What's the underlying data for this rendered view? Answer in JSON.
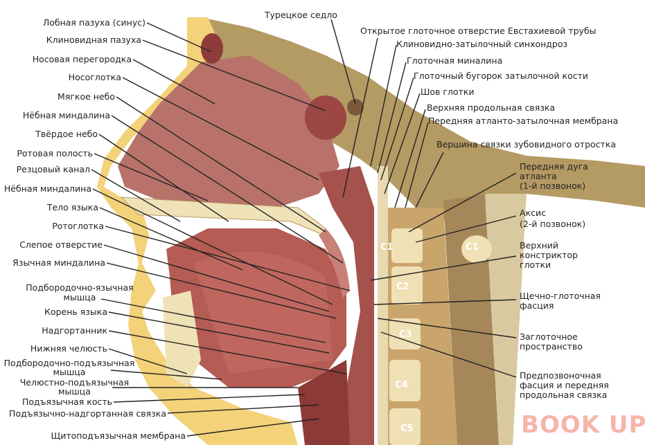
{
  "title_top": "Турецкое седло",
  "left_labels": [
    "Лобная пазуха (синус)",
    "Клиновидная пазуха",
    "Носовая перегородка",
    "Носоглотка",
    "Мягкое небо",
    "Нёбная миндалина",
    "Твёрдое небо",
    "Ротовая полость",
    "Резцовый канал",
    "Нёбная миндалина",
    "Тело языка",
    "Ротоглотка",
    "Слепое отверстие",
    "Язычная миндалина",
    "Подбородочно-язычная",
    "мышца",
    "Корень языка",
    "Надгортанник",
    "Нижняя челюсть",
    "Подбородочно-подъязычная",
    "мышца",
    "Челюстно-подъязычная",
    "мышца",
    "Подъязычная кость",
    "Подъязычно-надгортанная связка",
    "Щитоподъязычная мембрана"
  ],
  "right_top_labels": [
    "Открытое глоточное отверстие Евстахиевой трубы",
    "Клиновидно-затылочный синхондроз",
    "Глоточная миналина",
    "Глоточный бугорок затылочной кости",
    "Шов глотки",
    "Верхняя продольная связка",
    "Передняя атланто-затылочная мембрана",
    "Вершина связки зубовидного отростка"
  ],
  "right_labels": [
    [
      "Передняя дуга",
      "атланта",
      "(1-й позвонок)"
    ],
    [
      "Аксис",
      "(2-й позвонок)"
    ],
    [
      "Верхний",
      "констриктор",
      "глотки"
    ],
    [
      "Щечно-глоточная",
      "фасция"
    ],
    [
      "Заглоточное",
      "пространство"
    ],
    [
      "Предпозвоночная",
      "фасция и передняя",
      "продольная связка"
    ]
  ],
  "vertebrae": [
    "C1",
    "C2",
    "C3",
    "C4",
    "C5",
    "C1"
  ],
  "watermark": "BOOK UP"
}
